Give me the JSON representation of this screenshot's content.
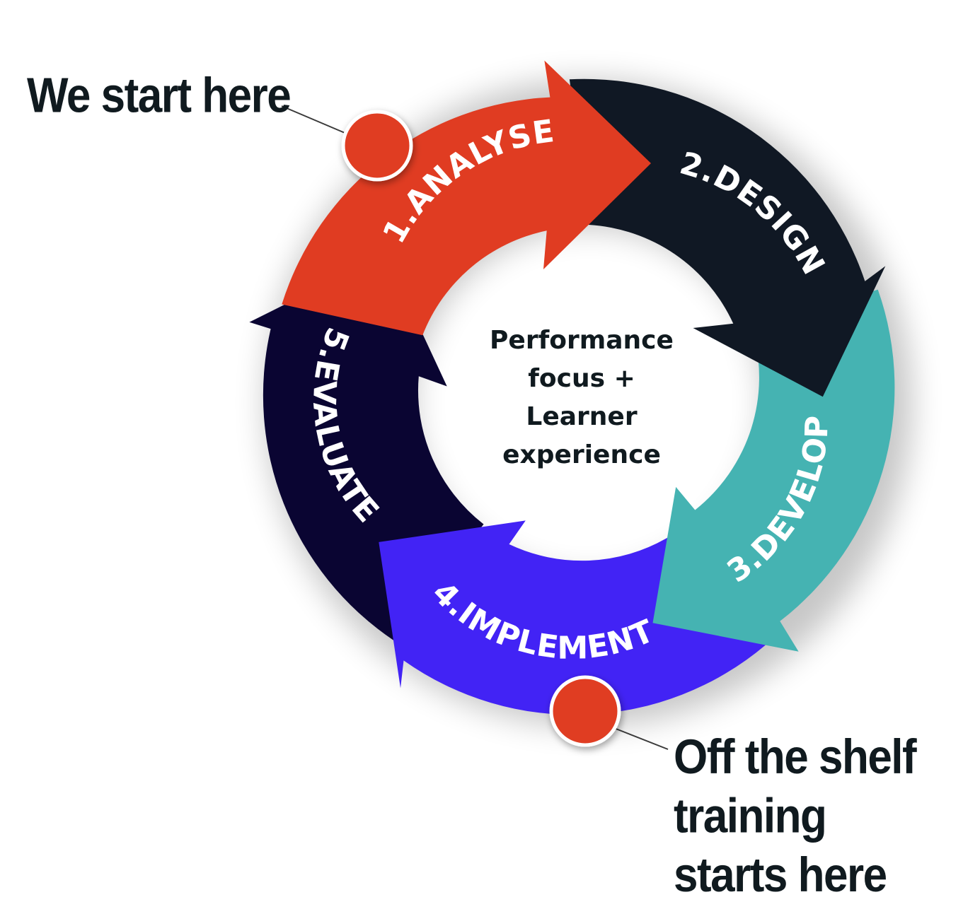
{
  "cycle": {
    "center_lines": [
      "Performance",
      "focus +",
      "Learner",
      "experience"
    ],
    "stages": [
      {
        "label": "1.ANALYSE",
        "color": "#e03c22"
      },
      {
        "label": "2.DESIGN",
        "color": "#101824"
      },
      {
        "label": "3.DEVELOP",
        "color": "#45b3b2"
      },
      {
        "label": "4.IMPLEMENT",
        "color": "#4223f5"
      },
      {
        "label": "5.EVALUATE",
        "color": "#0a0532"
      }
    ]
  },
  "callouts": {
    "start": "We start here",
    "shelf_lines": [
      "Off the shelf",
      "training",
      "starts here"
    ],
    "marker_color": "#e03c22"
  }
}
